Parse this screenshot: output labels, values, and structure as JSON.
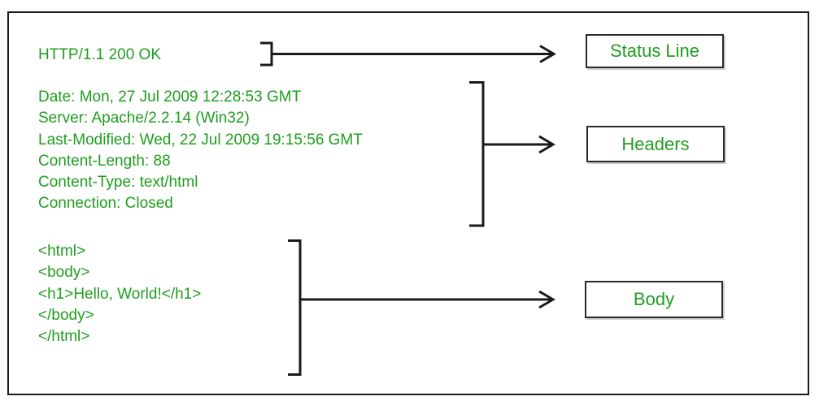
{
  "colors": {
    "text_green": "#1e9e1e",
    "line_black": "#1a1a1a"
  },
  "response": {
    "status_line": "HTTP/1.1 200 OK",
    "headers": [
      "Date: Mon, 27 Jul 2009 12:28:53 GMT",
      "Server: Apache/2.2.14 (Win32)",
      "Last-Modified: Wed, 22 Jul 2009 19:15:56 GMT",
      "Content-Length: 88",
      "Content-Type: text/html",
      "Connection: Closed"
    ],
    "body": [
      "<html>",
      "<body>",
      "<h1>Hello, World!</h1>",
      "</body>",
      "</html>"
    ]
  },
  "labels": {
    "status_line": "Status Line",
    "headers": "Headers",
    "body": "Body"
  }
}
